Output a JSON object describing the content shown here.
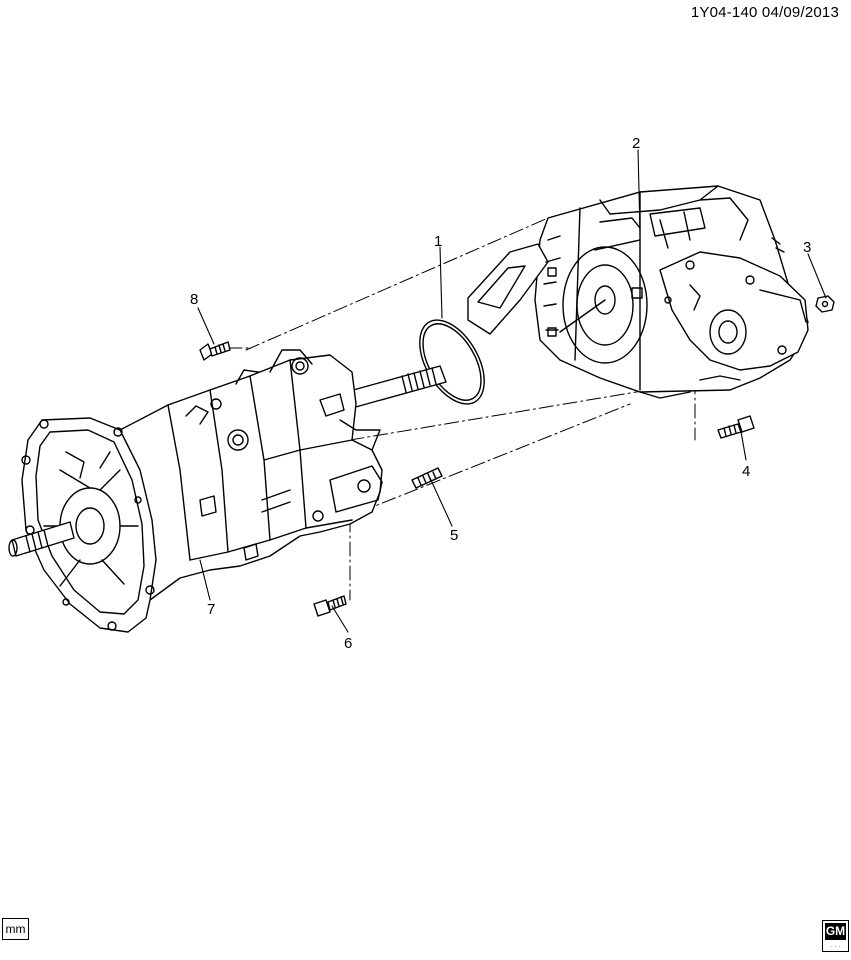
{
  "header": {
    "id_date": "1Y04-140  04/09/2013"
  },
  "callouts": [
    {
      "number": "1"
    },
    {
      "number": "2"
    },
    {
      "number": "3"
    },
    {
      "number": "4"
    },
    {
      "number": "5"
    },
    {
      "number": "6"
    },
    {
      "number": "7"
    },
    {
      "number": "8"
    }
  ],
  "footer": {
    "unit_label": "mm",
    "logo_text": "GM"
  }
}
